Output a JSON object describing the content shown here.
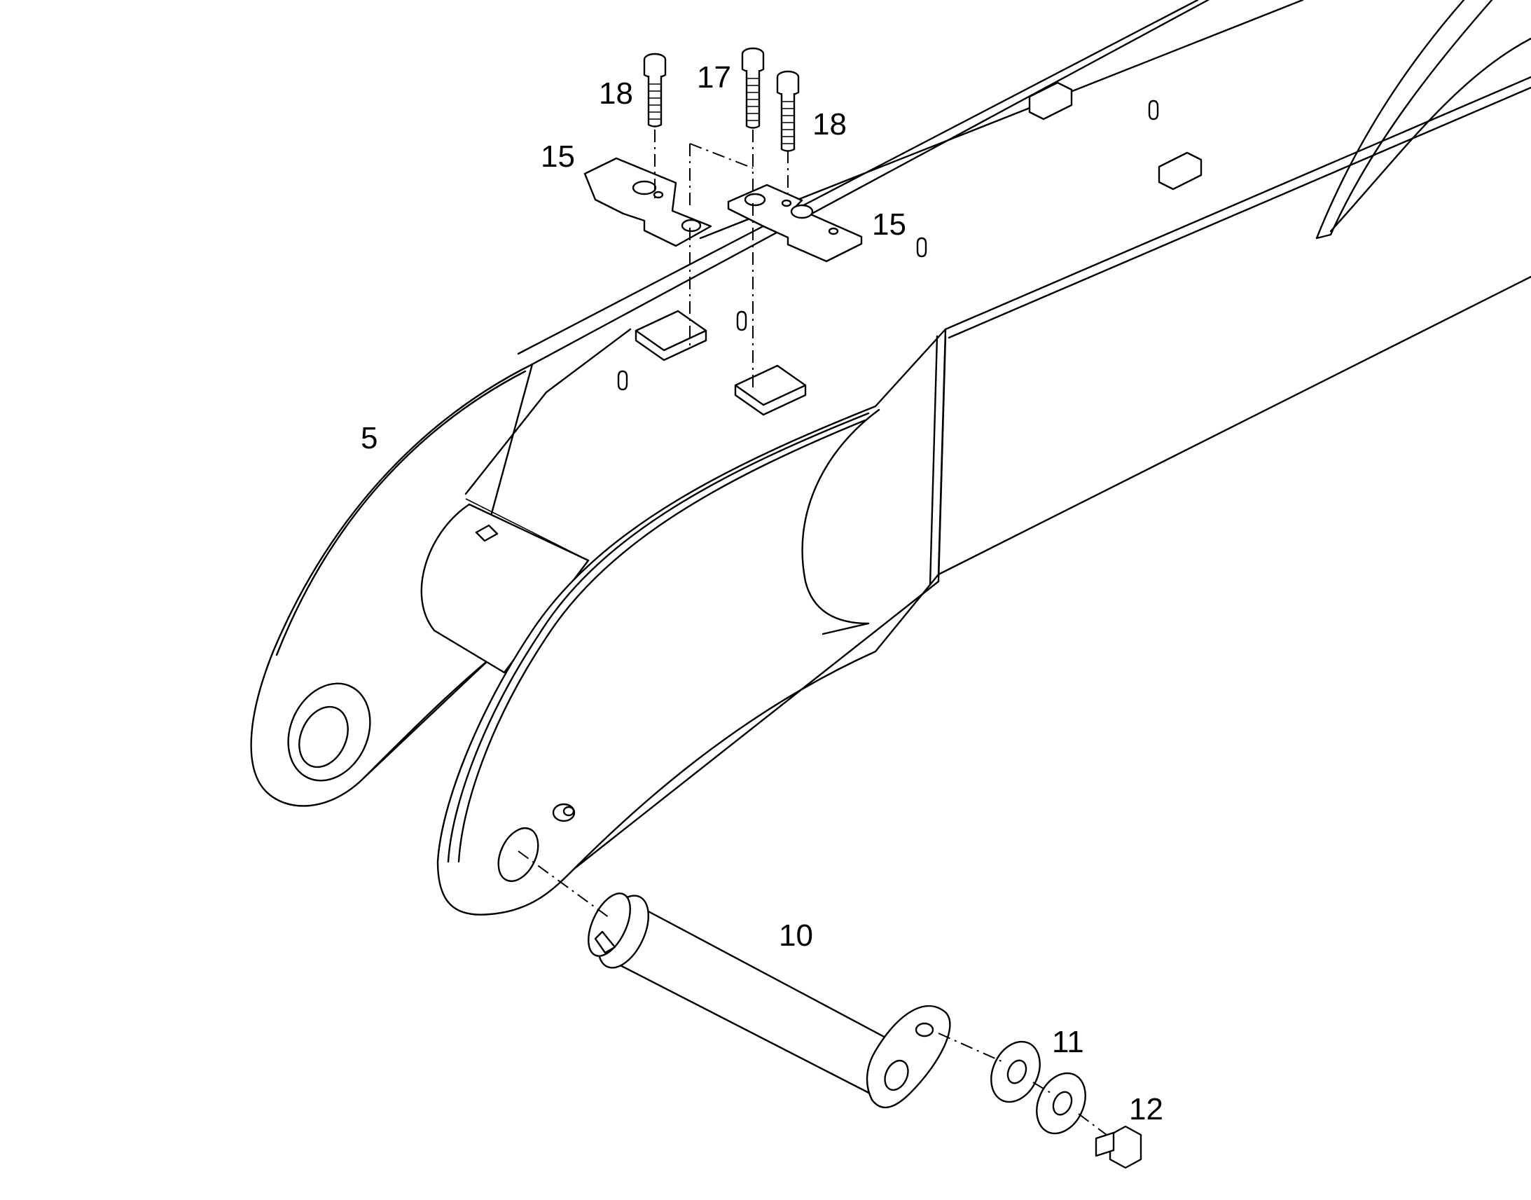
{
  "diagram": {
    "background_color": "#ffffff",
    "line_color": "#000000",
    "labels": {
      "boom": "5",
      "pin": "10",
      "washer": "11",
      "bolt": "12",
      "plate_left": "15",
      "plate_right": "15",
      "screw_center": "17",
      "screw_left": "18",
      "screw_right": "18"
    }
  }
}
